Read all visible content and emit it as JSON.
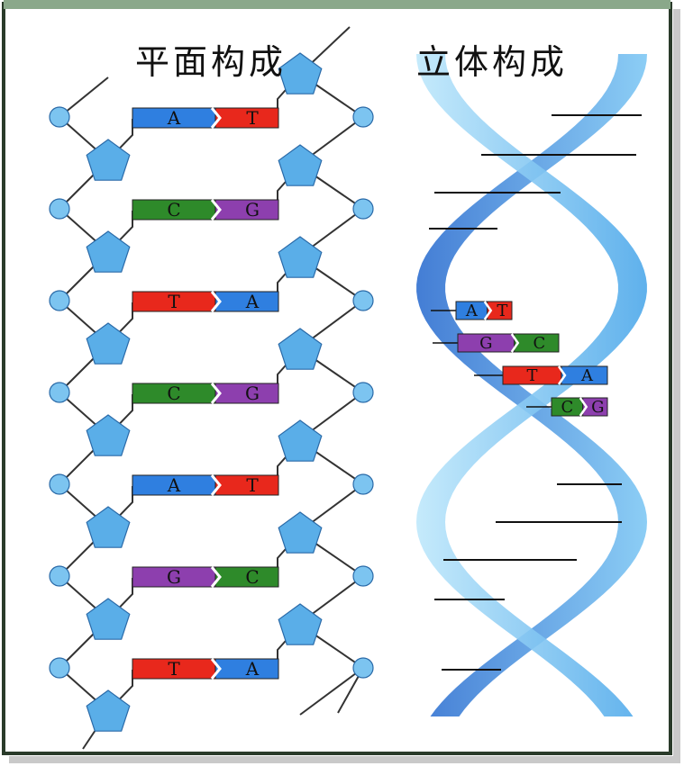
{
  "titles": {
    "planar": "平面构成",
    "three_d": "立体构成"
  },
  "colors": {
    "A": "#2f7fe0",
    "T": "#e8281c",
    "G": "#8d3fae",
    "C": "#2e8a2a",
    "sugar": "#5aaee8",
    "phosphate": "#7cc4f0",
    "helix_light": "#8fd3f6",
    "helix_dark": "#3b7fd8",
    "frame": "#2a3b2a"
  },
  "planar_pairs": [
    {
      "left": "A",
      "right": "T"
    },
    {
      "left": "C",
      "right": "G"
    },
    {
      "left": "T",
      "right": "A"
    },
    {
      "left": "C",
      "right": "G"
    },
    {
      "left": "A",
      "right": "T"
    },
    {
      "left": "G",
      "right": "C"
    },
    {
      "left": "T",
      "right": "A"
    }
  ],
  "helix_pairs": [
    {
      "left": "A",
      "right": "T"
    },
    {
      "left": "G",
      "right": "C"
    },
    {
      "left": "T",
      "right": "A"
    },
    {
      "left": "C",
      "right": "G"
    }
  ]
}
